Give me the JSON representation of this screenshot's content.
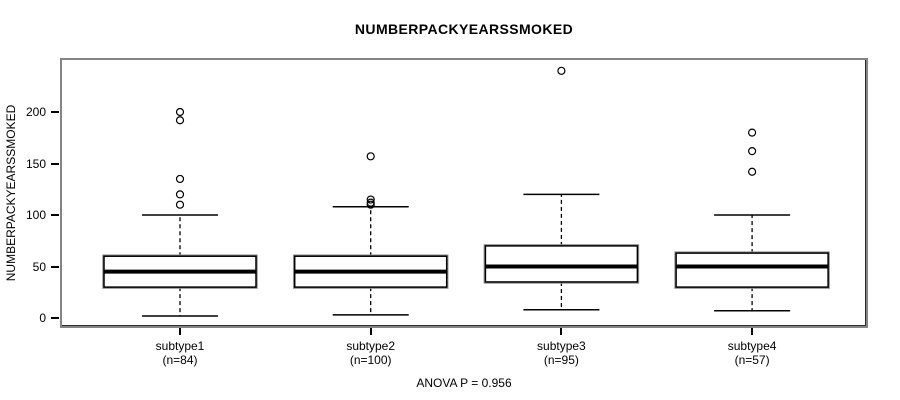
{
  "colors": {
    "frame": "#848484",
    "line": "#000000",
    "background": "#ffffff",
    "box_highlight": "#929292"
  },
  "chart_data": {
    "type": "boxplot",
    "title": "NUMBERPACKYEARSSMOKED",
    "ylabel": "NUMBERPACKYEARSSMOKED",
    "xlabel": "",
    "annotation": "ANOVA P = 0.956",
    "y_ticks": [
      0,
      50,
      100,
      150,
      200
    ],
    "ylim": [
      -10,
      252
    ],
    "grid": false,
    "legend": "none",
    "groups": [
      {
        "label": "subtype1",
        "sublabel": "(n=84)",
        "n": 84,
        "whisker_low": 2,
        "q1": 30,
        "median": 45,
        "q3": 60,
        "whisker_high": 100,
        "outliers": [
          110,
          120,
          135,
          192,
          200
        ]
      },
      {
        "label": "subtype2",
        "sublabel": "(n=100)",
        "n": 100,
        "whisker_low": 3,
        "q1": 30,
        "median": 45,
        "q3": 60,
        "whisker_high": 108,
        "outliers": [
          110,
          112,
          115,
          157
        ]
      },
      {
        "label": "subtype3",
        "sublabel": "(n=95)",
        "n": 95,
        "whisker_low": 8,
        "q1": 35,
        "median": 50,
        "q3": 70,
        "whisker_high": 120,
        "outliers": [
          240
        ]
      },
      {
        "label": "subtype4",
        "sublabel": "(n=57)",
        "n": 57,
        "whisker_low": 7,
        "q1": 30,
        "median": 50,
        "q3": 63,
        "whisker_high": 100,
        "outliers": [
          142,
          162,
          180
        ]
      }
    ]
  }
}
